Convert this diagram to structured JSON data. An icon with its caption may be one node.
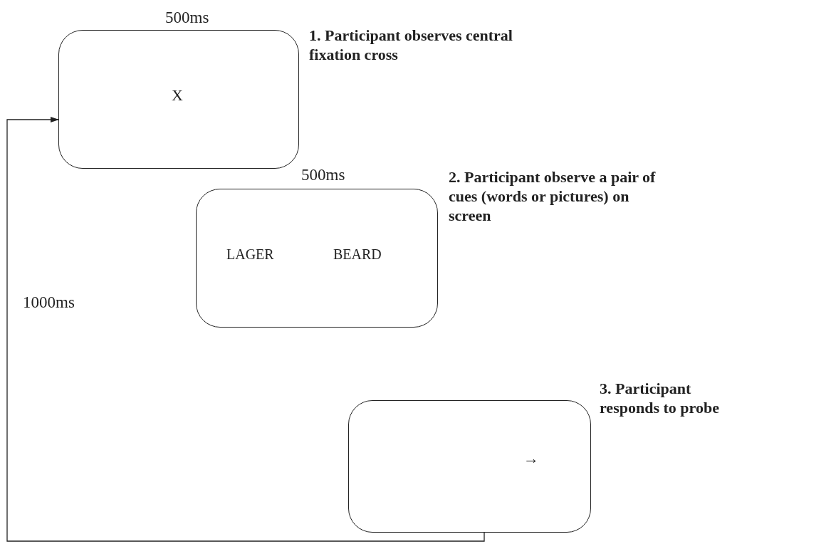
{
  "diagram": {
    "nodes": [
      {
        "text": [
          "X"
        ],
        "beside": [
          "500ms",
          "1. Participant observes central fixation cross"
        ]
      },
      {
        "text": [
          "LAGER",
          "BEARD"
        ],
        "beside": [
          "500ms",
          "2. Participant observe a pair of cues (words or pictures) on screen"
        ]
      },
      {
        "text": [
          "→"
        ],
        "beside": [
          "3. Participant responds to probe"
        ]
      }
    ],
    "edges": [
      {
        "from": 2,
        "to": 0,
        "arrow": "to",
        "label": "1000ms"
      }
    ]
  }
}
